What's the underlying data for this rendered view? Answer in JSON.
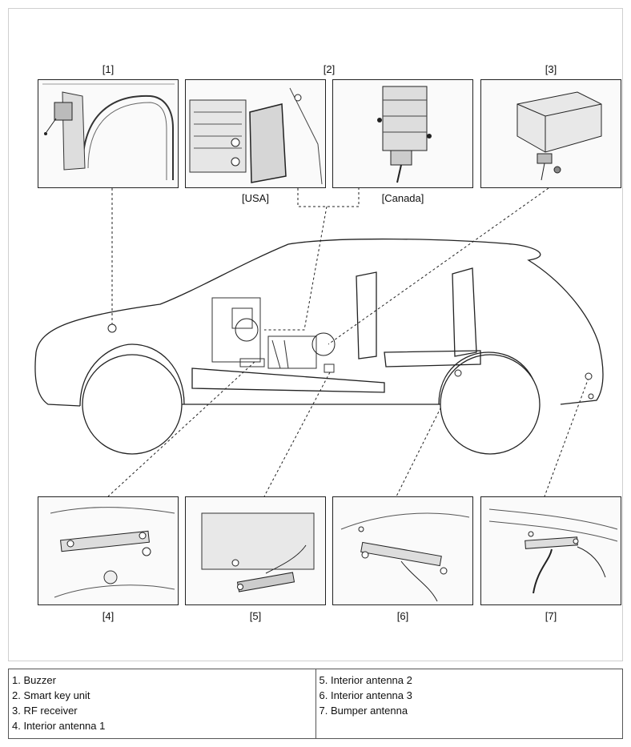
{
  "panels": {
    "p1": {
      "label": "[1]"
    },
    "p2": {
      "label": "[2]",
      "caption_left": "[USA]",
      "caption_right": "[Canada]"
    },
    "p3": {
      "label": "[3]"
    },
    "p4": {
      "label": "[4]"
    },
    "p5": {
      "label": "[5]"
    },
    "p6": {
      "label": "[6]"
    },
    "p7": {
      "label": "[7]"
    }
  },
  "legend": {
    "left": [
      "1. Buzzer",
      "2. Smart key unit",
      "3. RF receiver",
      "4. Interior antenna 1"
    ],
    "right": [
      "5. Interior antenna 2",
      "6. Interior antenna 3",
      "7. Bumper antenna"
    ]
  }
}
